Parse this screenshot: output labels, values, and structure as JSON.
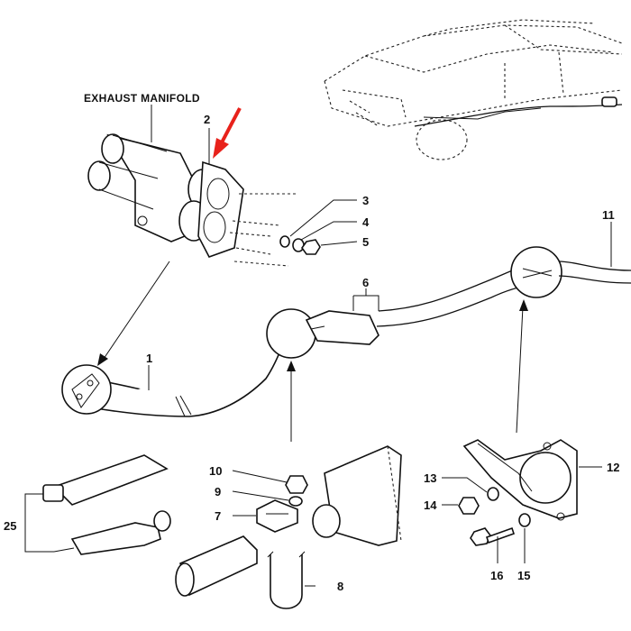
{
  "title": "EXHAUST MANIFOLD",
  "callouts": [
    "1",
    "2",
    "3",
    "4",
    "5",
    "6",
    "7",
    "8",
    "9",
    "10",
    "11",
    "12",
    "13",
    "14",
    "15",
    "16",
    "25"
  ],
  "colors": {
    "arrow": "#e8221b",
    "ink": "#111111"
  }
}
